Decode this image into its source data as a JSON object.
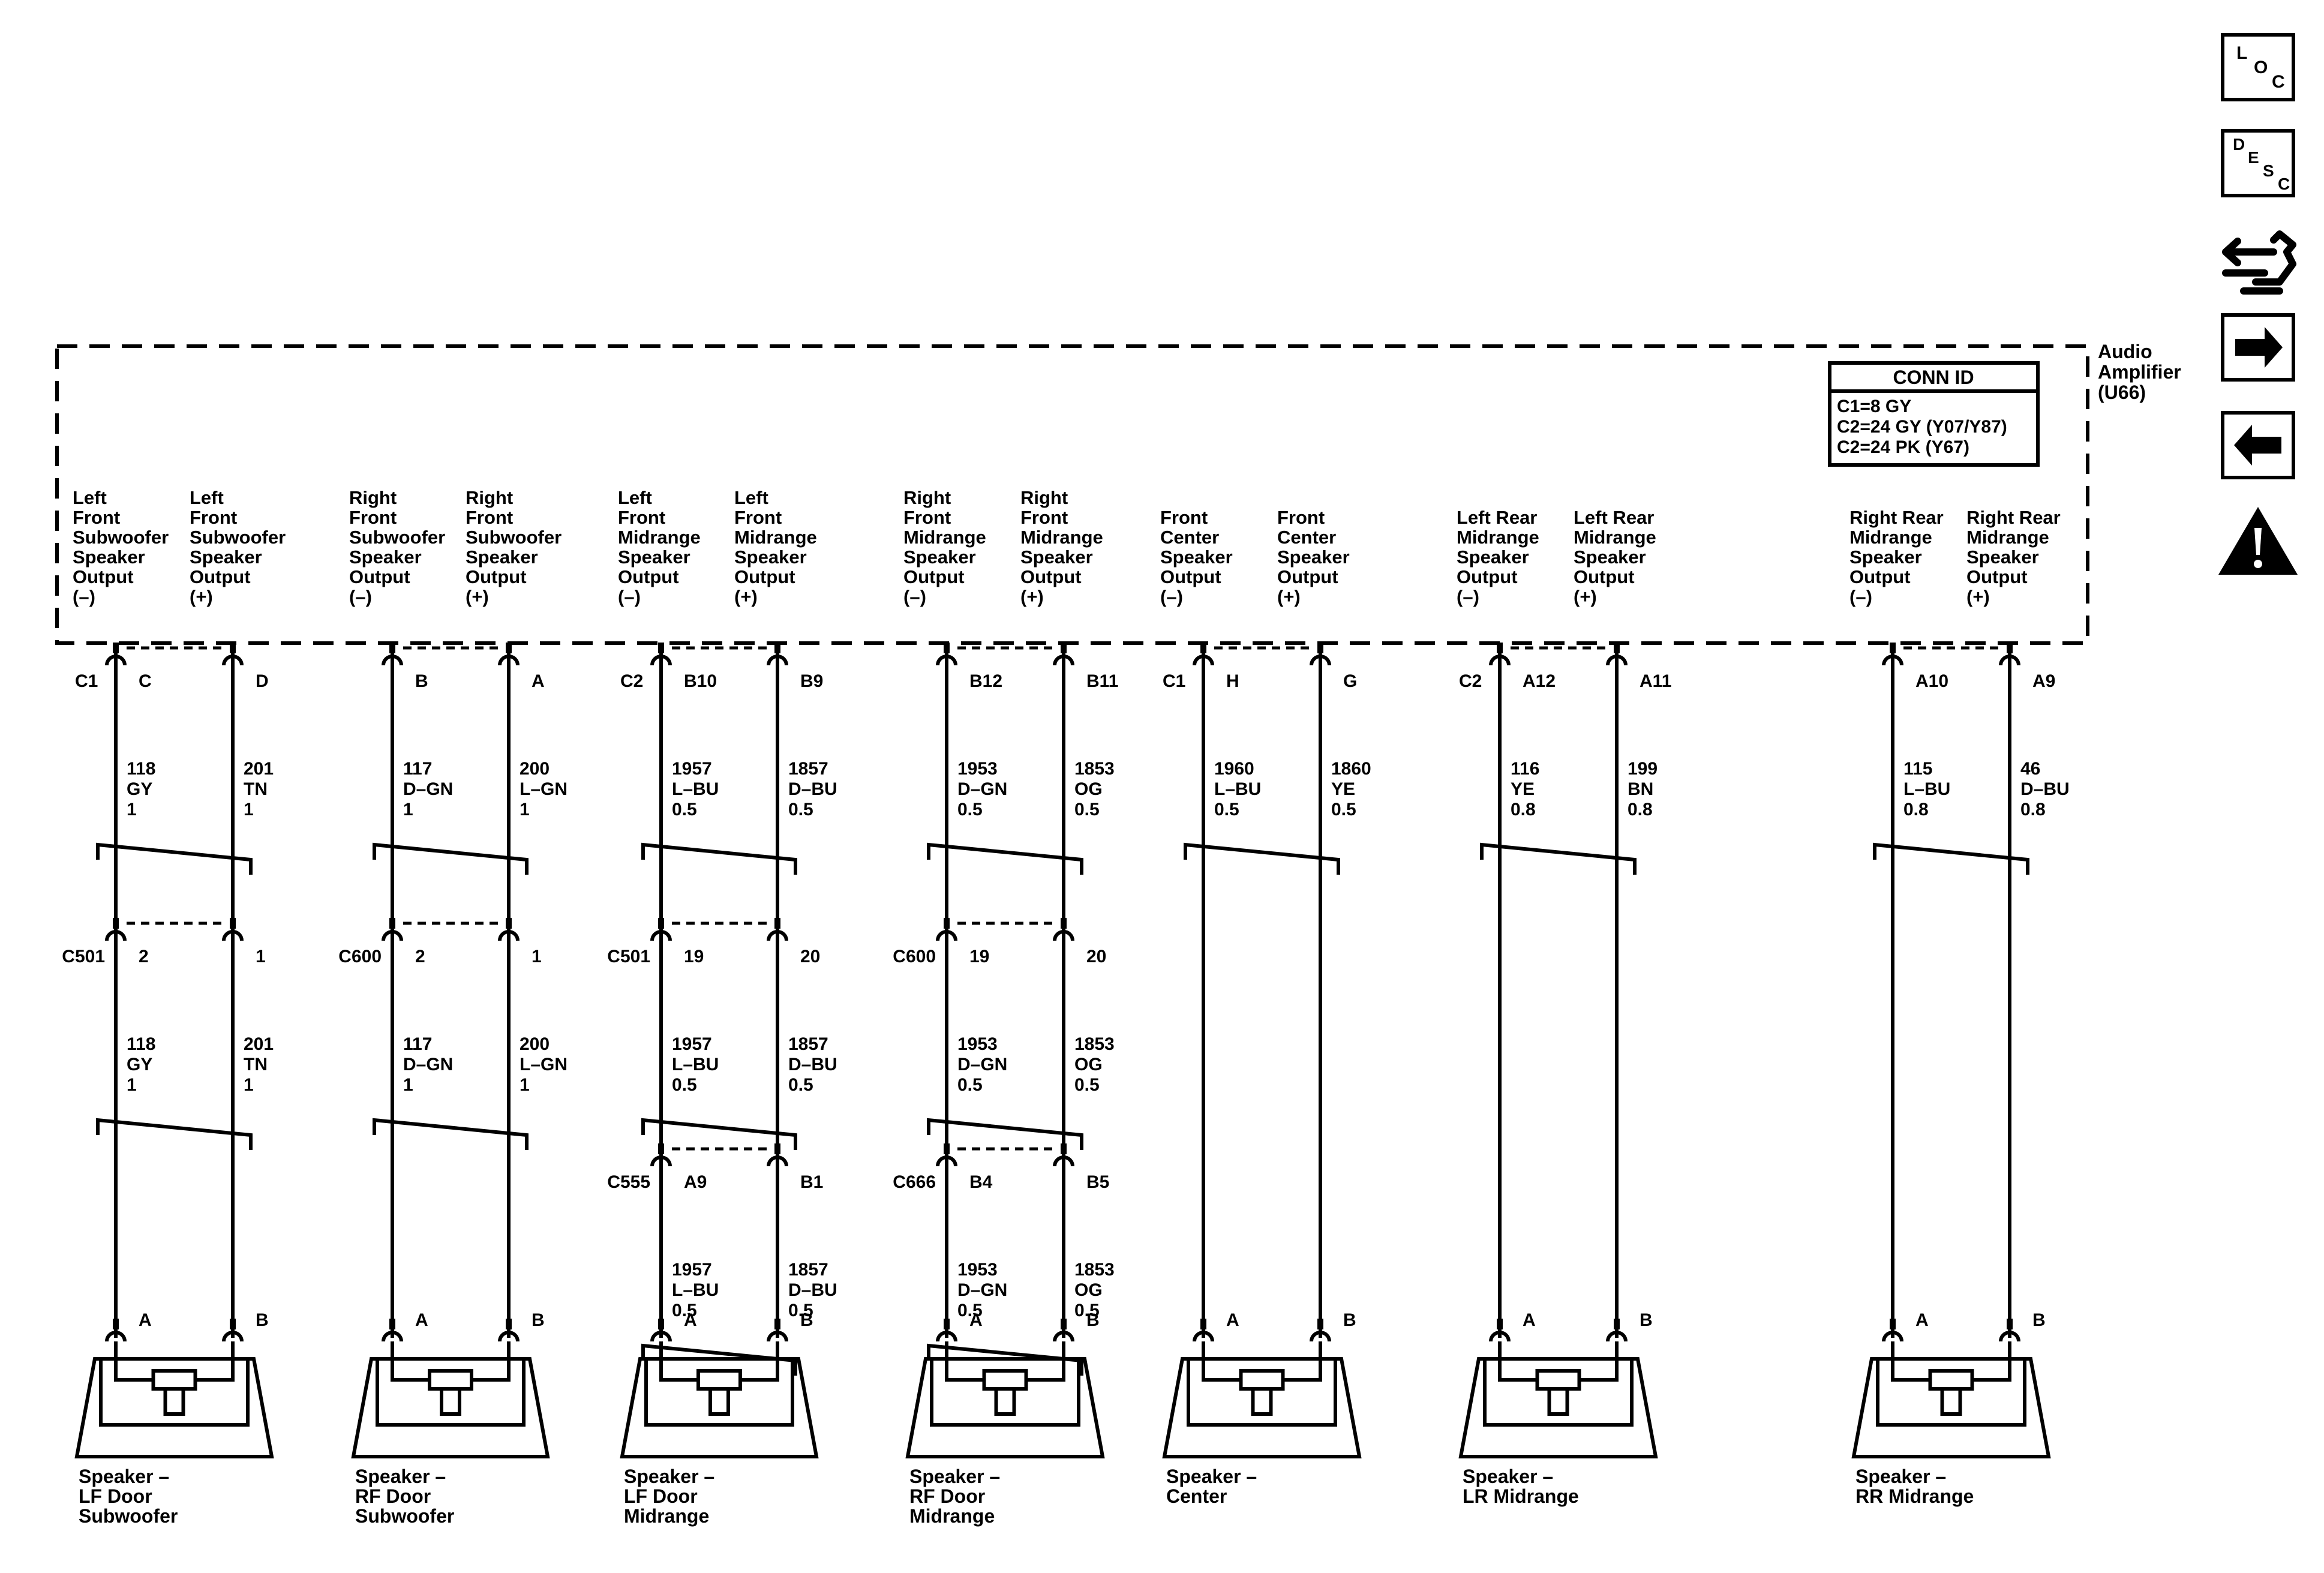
{
  "amplifier": {
    "name_lines": [
      "Audio",
      "Amplifier",
      "(U66)"
    ],
    "conn_id": {
      "title": "CONN ID",
      "lines": [
        "C1=8 GY",
        "C2=24 GY (Y07/Y87)",
        "C2=24 PK (Y67)"
      ]
    }
  },
  "nav_icons": [
    {
      "icon": "loc-icon",
      "glyph": [
        "L",
        "O",
        "C"
      ]
    },
    {
      "icon": "desc-icon",
      "glyph": [
        "D",
        "E",
        "S",
        "C"
      ]
    },
    {
      "icon": "connector-hand-icon"
    },
    {
      "icon": "arrow-right-icon"
    },
    {
      "icon": "arrow-left-icon"
    },
    {
      "icon": "warning-icon"
    }
  ],
  "circuits": [
    {
      "pin_labels": [
        [
          "Left",
          "Front",
          "Subwoofer",
          "Speaker",
          "Output",
          "(–)"
        ],
        [
          "Left",
          "Front",
          "Subwoofer",
          "Speaker",
          "Output",
          "(+)"
        ]
      ],
      "amp_connector": "C1",
      "amp_pins": [
        "C",
        "D"
      ],
      "segments": [
        {
          "wires": [
            [
              "118",
              "GY",
              "1"
            ],
            [
              "201",
              "TN",
              "1"
            ]
          ]
        },
        {
          "connector": "C501",
          "pins": [
            "2",
            "1"
          ],
          "wires": [
            [
              "118",
              "GY",
              "1"
            ],
            [
              "201",
              "TN",
              "1"
            ]
          ]
        }
      ],
      "speaker_pins": [
        "A",
        "B"
      ],
      "speaker_label": [
        "Speaker –",
        "LF Door",
        "Subwoofer"
      ]
    },
    {
      "pin_labels": [
        [
          "Right",
          "Front",
          "Subwoofer",
          "Speaker",
          "Output",
          "(–)"
        ],
        [
          "Right",
          "Front",
          "Subwoofer",
          "Speaker",
          "Output",
          "(+)"
        ]
      ],
      "amp_connector": "",
      "amp_pins": [
        "B",
        "A"
      ],
      "segments": [
        {
          "wires": [
            [
              "117",
              "D–GN",
              "1"
            ],
            [
              "200",
              "L–GN",
              "1"
            ]
          ]
        },
        {
          "connector": "C600",
          "pins": [
            "2",
            "1"
          ],
          "wires": [
            [
              "117",
              "D–GN",
              "1"
            ],
            [
              "200",
              "L–GN",
              "1"
            ]
          ]
        }
      ],
      "speaker_pins": [
        "A",
        "B"
      ],
      "speaker_label": [
        "Speaker –",
        "RF Door",
        "Subwoofer"
      ]
    },
    {
      "pin_labels": [
        [
          "Left",
          "Front",
          "Midrange",
          "Speaker",
          "Output",
          "(–)"
        ],
        [
          "Left",
          "Front",
          "Midrange",
          "Speaker",
          "Output",
          "(+)"
        ]
      ],
      "amp_connector": "C2",
      "amp_pins": [
        "B10",
        "B9"
      ],
      "segments": [
        {
          "wires": [
            [
              "1957",
              "L–BU",
              "0.5"
            ],
            [
              "1857",
              "D–BU",
              "0.5"
            ]
          ]
        },
        {
          "connector": "C501",
          "pins": [
            "19",
            "20"
          ],
          "wires": [
            [
              "1957",
              "L–BU",
              "0.5"
            ],
            [
              "1857",
              "D–BU",
              "0.5"
            ]
          ]
        },
        {
          "connector": "C555",
          "pins": [
            "A9",
            "B1"
          ],
          "wires": [
            [
              "1957",
              "L–BU",
              "0.5"
            ],
            [
              "1857",
              "D–BU",
              "0.5"
            ]
          ]
        }
      ],
      "speaker_pins": [
        "A",
        "B"
      ],
      "speaker_label": [
        "Speaker –",
        "LF Door",
        "Midrange"
      ]
    },
    {
      "pin_labels": [
        [
          "Right",
          "Front",
          "Midrange",
          "Speaker",
          "Output",
          "(–)"
        ],
        [
          "Right",
          "Front",
          "Midrange",
          "Speaker",
          "Output",
          "(+)"
        ]
      ],
      "amp_connector": "",
      "amp_pins": [
        "B12",
        "B11"
      ],
      "segments": [
        {
          "wires": [
            [
              "1953",
              "D–GN",
              "0.5"
            ],
            [
              "1853",
              "OG",
              "0.5"
            ]
          ]
        },
        {
          "connector": "C600",
          "pins": [
            "19",
            "20"
          ],
          "wires": [
            [
              "1953",
              "D–GN",
              "0.5"
            ],
            [
              "1853",
              "OG",
              "0.5"
            ]
          ]
        },
        {
          "connector": "C666",
          "pins": [
            "B4",
            "B5"
          ],
          "wires": [
            [
              "1953",
              "D–GN",
              "0.5"
            ],
            [
              "1853",
              "OG",
              "0.5"
            ]
          ]
        }
      ],
      "speaker_pins": [
        "A",
        "B"
      ],
      "speaker_label": [
        "Speaker –",
        "RF Door",
        "Midrange"
      ]
    },
    {
      "pin_labels": [
        [
          "Front",
          "Center",
          "Speaker",
          "Output",
          "(–)"
        ],
        [
          "Front",
          "Center",
          "Speaker",
          "Output",
          "(+)"
        ]
      ],
      "amp_connector": "C1",
      "amp_pins": [
        "H",
        "G"
      ],
      "segments": [
        {
          "wires": [
            [
              "1960",
              "L–BU",
              "0.5"
            ],
            [
              "1860",
              "YE",
              "0.5"
            ]
          ]
        }
      ],
      "speaker_pins": [
        "A",
        "B"
      ],
      "speaker_label": [
        "Speaker –",
        "Center"
      ]
    },
    {
      "pin_labels": [
        [
          "Left Rear",
          "Midrange",
          "Speaker",
          "Output",
          "(–)"
        ],
        [
          "Left Rear",
          "Midrange",
          "Speaker",
          "Output",
          "(+)"
        ]
      ],
      "amp_connector": "C2",
      "amp_pins": [
        "A12",
        "A11"
      ],
      "segments": [
        {
          "wires": [
            [
              "116",
              "YE",
              "0.8"
            ],
            [
              "199",
              "BN",
              "0.8"
            ]
          ]
        }
      ],
      "speaker_pins": [
        "A",
        "B"
      ],
      "speaker_label": [
        "Speaker –",
        "LR Midrange"
      ]
    },
    {
      "pin_labels": [
        [
          "Right Rear",
          "Midrange",
          "Speaker",
          "Output",
          "(–)"
        ],
        [
          "Right Rear",
          "Midrange",
          "Speaker",
          "Output",
          "(+)"
        ]
      ],
      "amp_connector": "",
      "amp_pins": [
        "A10",
        "A9"
      ],
      "segments": [
        {
          "wires": [
            [
              "115",
              "L–BU",
              "0.8"
            ],
            [
              "46",
              "D–BU",
              "0.8"
            ]
          ]
        }
      ],
      "speaker_pins": [
        "A",
        "B"
      ],
      "speaker_label": [
        "Speaker –",
        "RR Midrange"
      ]
    }
  ]
}
